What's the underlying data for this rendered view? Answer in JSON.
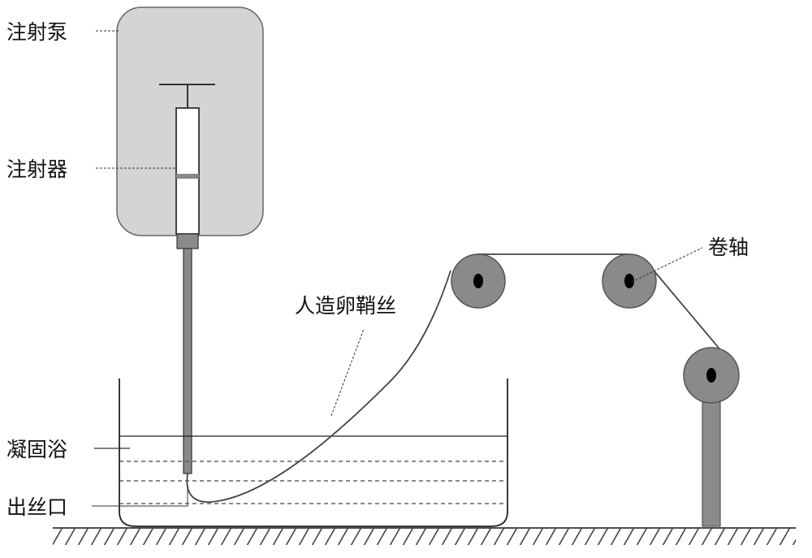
{
  "labels": {
    "syringe_pump": "注射泵",
    "syringe": "注射器",
    "fiber": "人造卵鞘丝",
    "reel": "卷轴",
    "coagulation_bath": "凝固浴",
    "spinneret": "出丝口"
  },
  "colors": {
    "pump_fill": "#d4d4d4",
    "roller_fill": "#8a8a8a",
    "needle_fill": "#8a8a8a",
    "stroke": "#555555"
  }
}
